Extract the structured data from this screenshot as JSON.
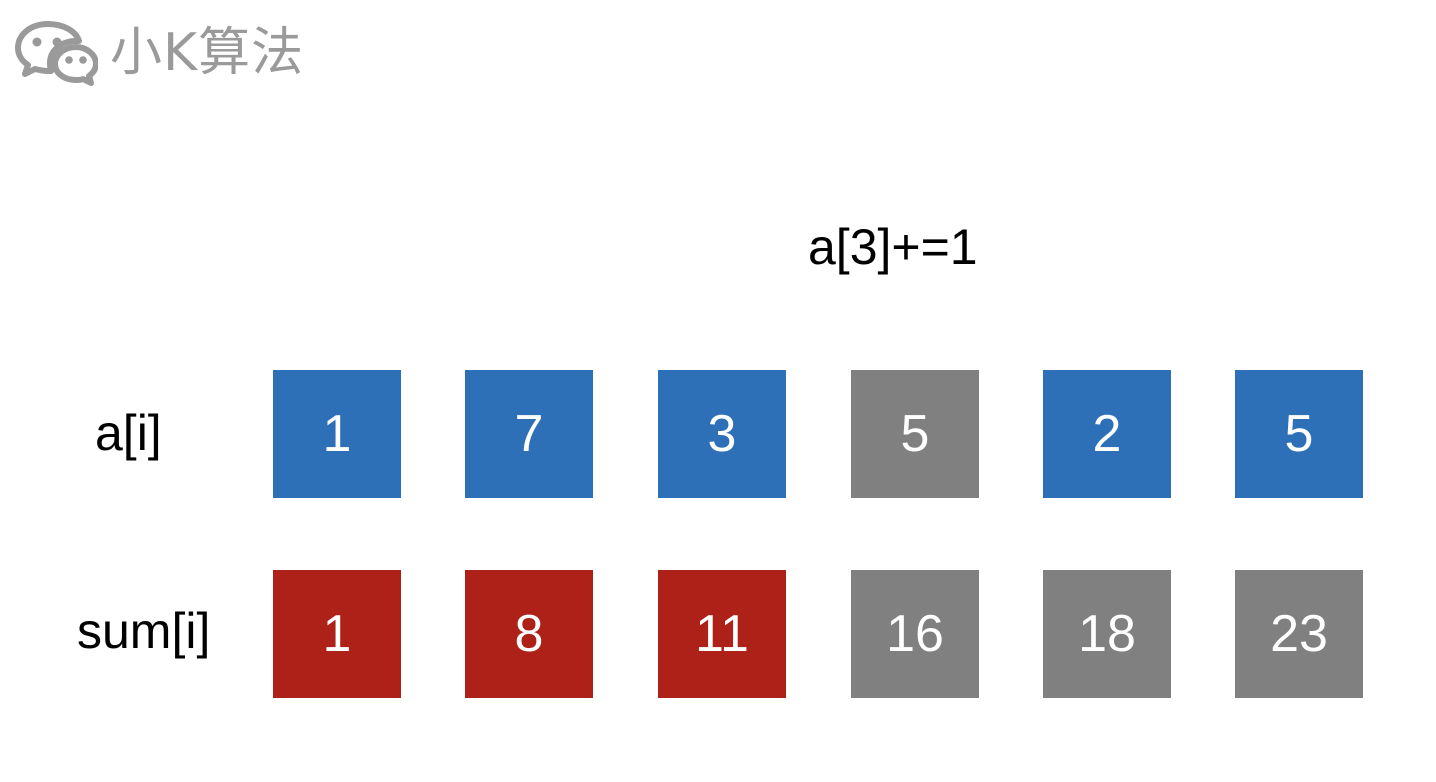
{
  "logo": {
    "text": "小K算法",
    "icon": "wechat-icon",
    "color": "#9a9a9a"
  },
  "operation": "a[3]+=1",
  "colors": {
    "blue": "#2e70b8",
    "red": "#ad2119",
    "gray": "#808080"
  },
  "rows": [
    {
      "label": "a[i]",
      "cells": [
        {
          "value": "1",
          "color": "blue"
        },
        {
          "value": "7",
          "color": "blue"
        },
        {
          "value": "3",
          "color": "blue"
        },
        {
          "value": "5",
          "color": "gray"
        },
        {
          "value": "2",
          "color": "blue"
        },
        {
          "value": "5",
          "color": "blue"
        }
      ]
    },
    {
      "label": "sum[i]",
      "cells": [
        {
          "value": "1",
          "color": "red"
        },
        {
          "value": "8",
          "color": "red"
        },
        {
          "value": "11",
          "color": "red"
        },
        {
          "value": "16",
          "color": "gray"
        },
        {
          "value": "18",
          "color": "gray"
        },
        {
          "value": "23",
          "color": "gray"
        }
      ]
    }
  ]
}
